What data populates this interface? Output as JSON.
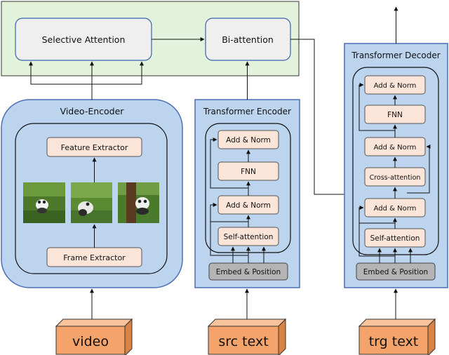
{
  "top_panel": {
    "selective_attention": "Selective Attention",
    "bi_attention": "Bi-attention"
  },
  "video_encoder": {
    "title": "Video-Encoder",
    "feature_extractor": "Feature Extractor",
    "frame_extractor": "Frame Extractor"
  },
  "transformer_encoder": {
    "title": "Transformer Encoder",
    "add_norm_top": "Add & Norm",
    "fnn": "FNN",
    "add_norm_bottom": "Add & Norm",
    "self_attention": "Self-attention",
    "embed_position": "Embed & Position"
  },
  "transformer_decoder": {
    "title": "Transformer Decoder",
    "add_norm_top": "Add & Norm",
    "fnn": "FNN",
    "add_norm_mid": "Add & Norm",
    "cross_attention": "Cross-attention",
    "add_norm_bottom": "Add & Norm",
    "self_attention": "Self-attention",
    "embed_position": "Embed & Position"
  },
  "inputs": {
    "video": "video",
    "src_text": "src text",
    "trg_text": "trg text"
  },
  "colors": {
    "top_panel_bg": "#e3f2da",
    "module_bg": "#bcd4ee",
    "module_border": "#4a6fb5",
    "block_bg": "#fbe5d8",
    "embed_bg": "#b4b4b4",
    "input_front": "#f4a46a",
    "input_side": "#d98445"
  }
}
